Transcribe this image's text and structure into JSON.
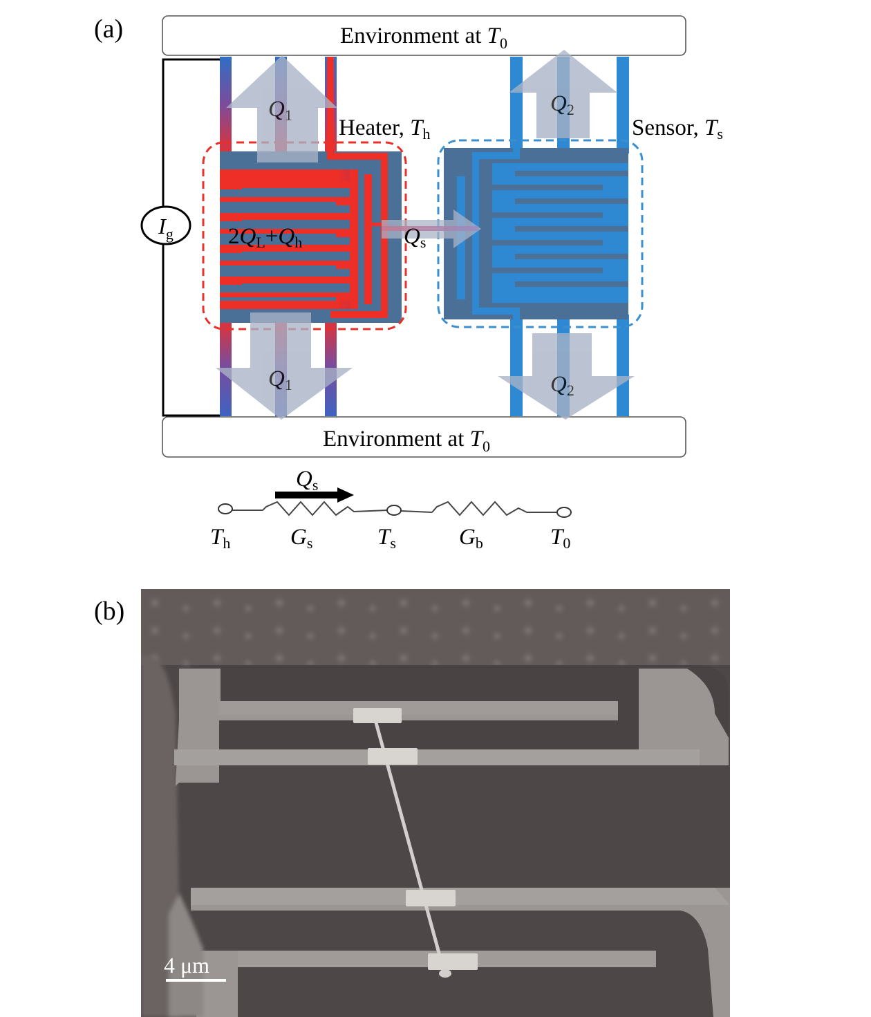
{
  "panels": {
    "a": {
      "label": "(a)",
      "environment_top": {
        "text": "Environment at ",
        "var": "T",
        "sub": "0"
      },
      "environment_bottom": {
        "text": "Environment at ",
        "var": "T",
        "sub": "0"
      },
      "current_source": {
        "var": "I",
        "sub": "g"
      },
      "heater": {
        "text": "Heater, ",
        "var": "T",
        "sub": "h",
        "color": "#e8302b"
      },
      "sensor": {
        "text": "Sensor, ",
        "var": "T",
        "sub": "s",
        "color": "#2e86d1"
      },
      "heater_flux": {
        "prefix": "2",
        "var1": "Q",
        "sub1": "L",
        "op": "+",
        "var2": "Q",
        "sub2": "h"
      },
      "heat_arrows": {
        "q1_top": {
          "var": "Q",
          "sub": "1"
        },
        "q1_bottom": {
          "var": "Q",
          "sub": "1"
        },
        "q2_top": {
          "var": "Q",
          "sub": "2"
        },
        "q2_bottom": {
          "var": "Q",
          "sub": "2"
        },
        "qs": {
          "var": "Q",
          "sub": "s"
        }
      },
      "circuit": {
        "flow": {
          "var": "Q",
          "sub": "s"
        },
        "nodes": [
          {
            "var": "T",
            "sub": "h"
          },
          {
            "var": "T",
            "sub": "s"
          },
          {
            "var": "T",
            "sub": "0"
          }
        ],
        "resistors": [
          {
            "var": "G",
            "sub": "s"
          },
          {
            "var": "G",
            "sub": "b"
          }
        ]
      },
      "colors": {
        "membrane": "#4a7098",
        "heater_line": "#ee2f28",
        "sensor_line": "#2f88d2",
        "arrow": "#a9b3c6",
        "heater_outline": "#e8302b",
        "sensor_outline": "#3a8fcf"
      }
    },
    "b": {
      "label": "(b)",
      "scale_bar": "4 μm"
    }
  }
}
